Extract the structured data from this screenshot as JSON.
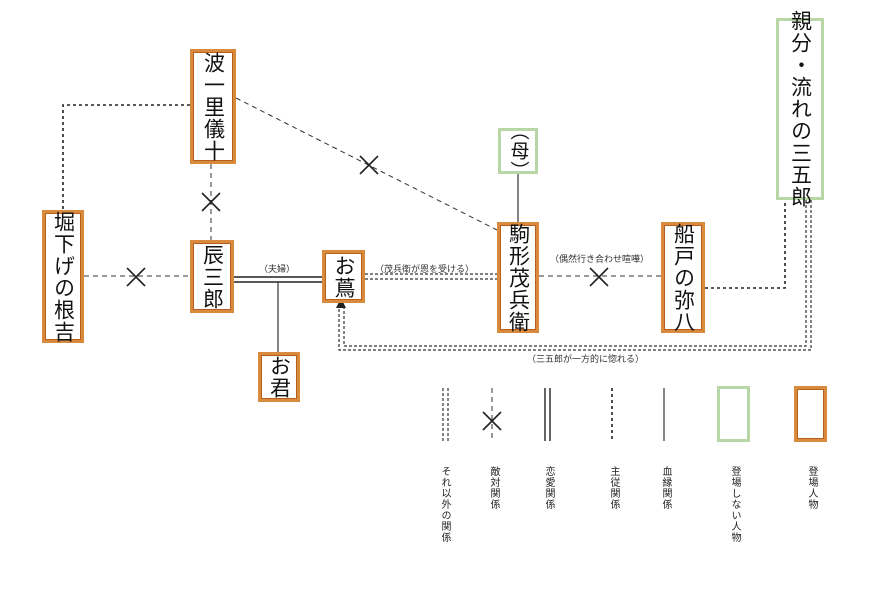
{
  "people": {
    "hamichi": "波一里儀十",
    "horishita": "堀下げの根吉",
    "tatsusaburo": "辰三郎",
    "otsuta": "お蔦",
    "okimi": "お君",
    "haha": "（母）",
    "mohei": "駒形茂兵衛",
    "yahachi": "船戸の弥八",
    "sangoro": "親分・流れの三五郎"
  },
  "relations": {
    "fuufu": "（夫婦）",
    "mohei_on": "（茂兵衛が恩を受ける）",
    "guuzen": "（偶然行き合わせ喧嘩）",
    "sangoro_horeru": "（三五郎が一方的に惚れる）"
  },
  "legend": {
    "other": "それ以外の関係",
    "enemy": "敵対関係",
    "love": "恋愛関係",
    "master": "主従関係",
    "blood": "血縁関係",
    "not_appear": "登場しない人物",
    "appear": "登場人物"
  },
  "colors": {
    "appear_border": "#d98a3d",
    "not_appear_border": "#b9d6a6",
    "line": "#333333"
  }
}
